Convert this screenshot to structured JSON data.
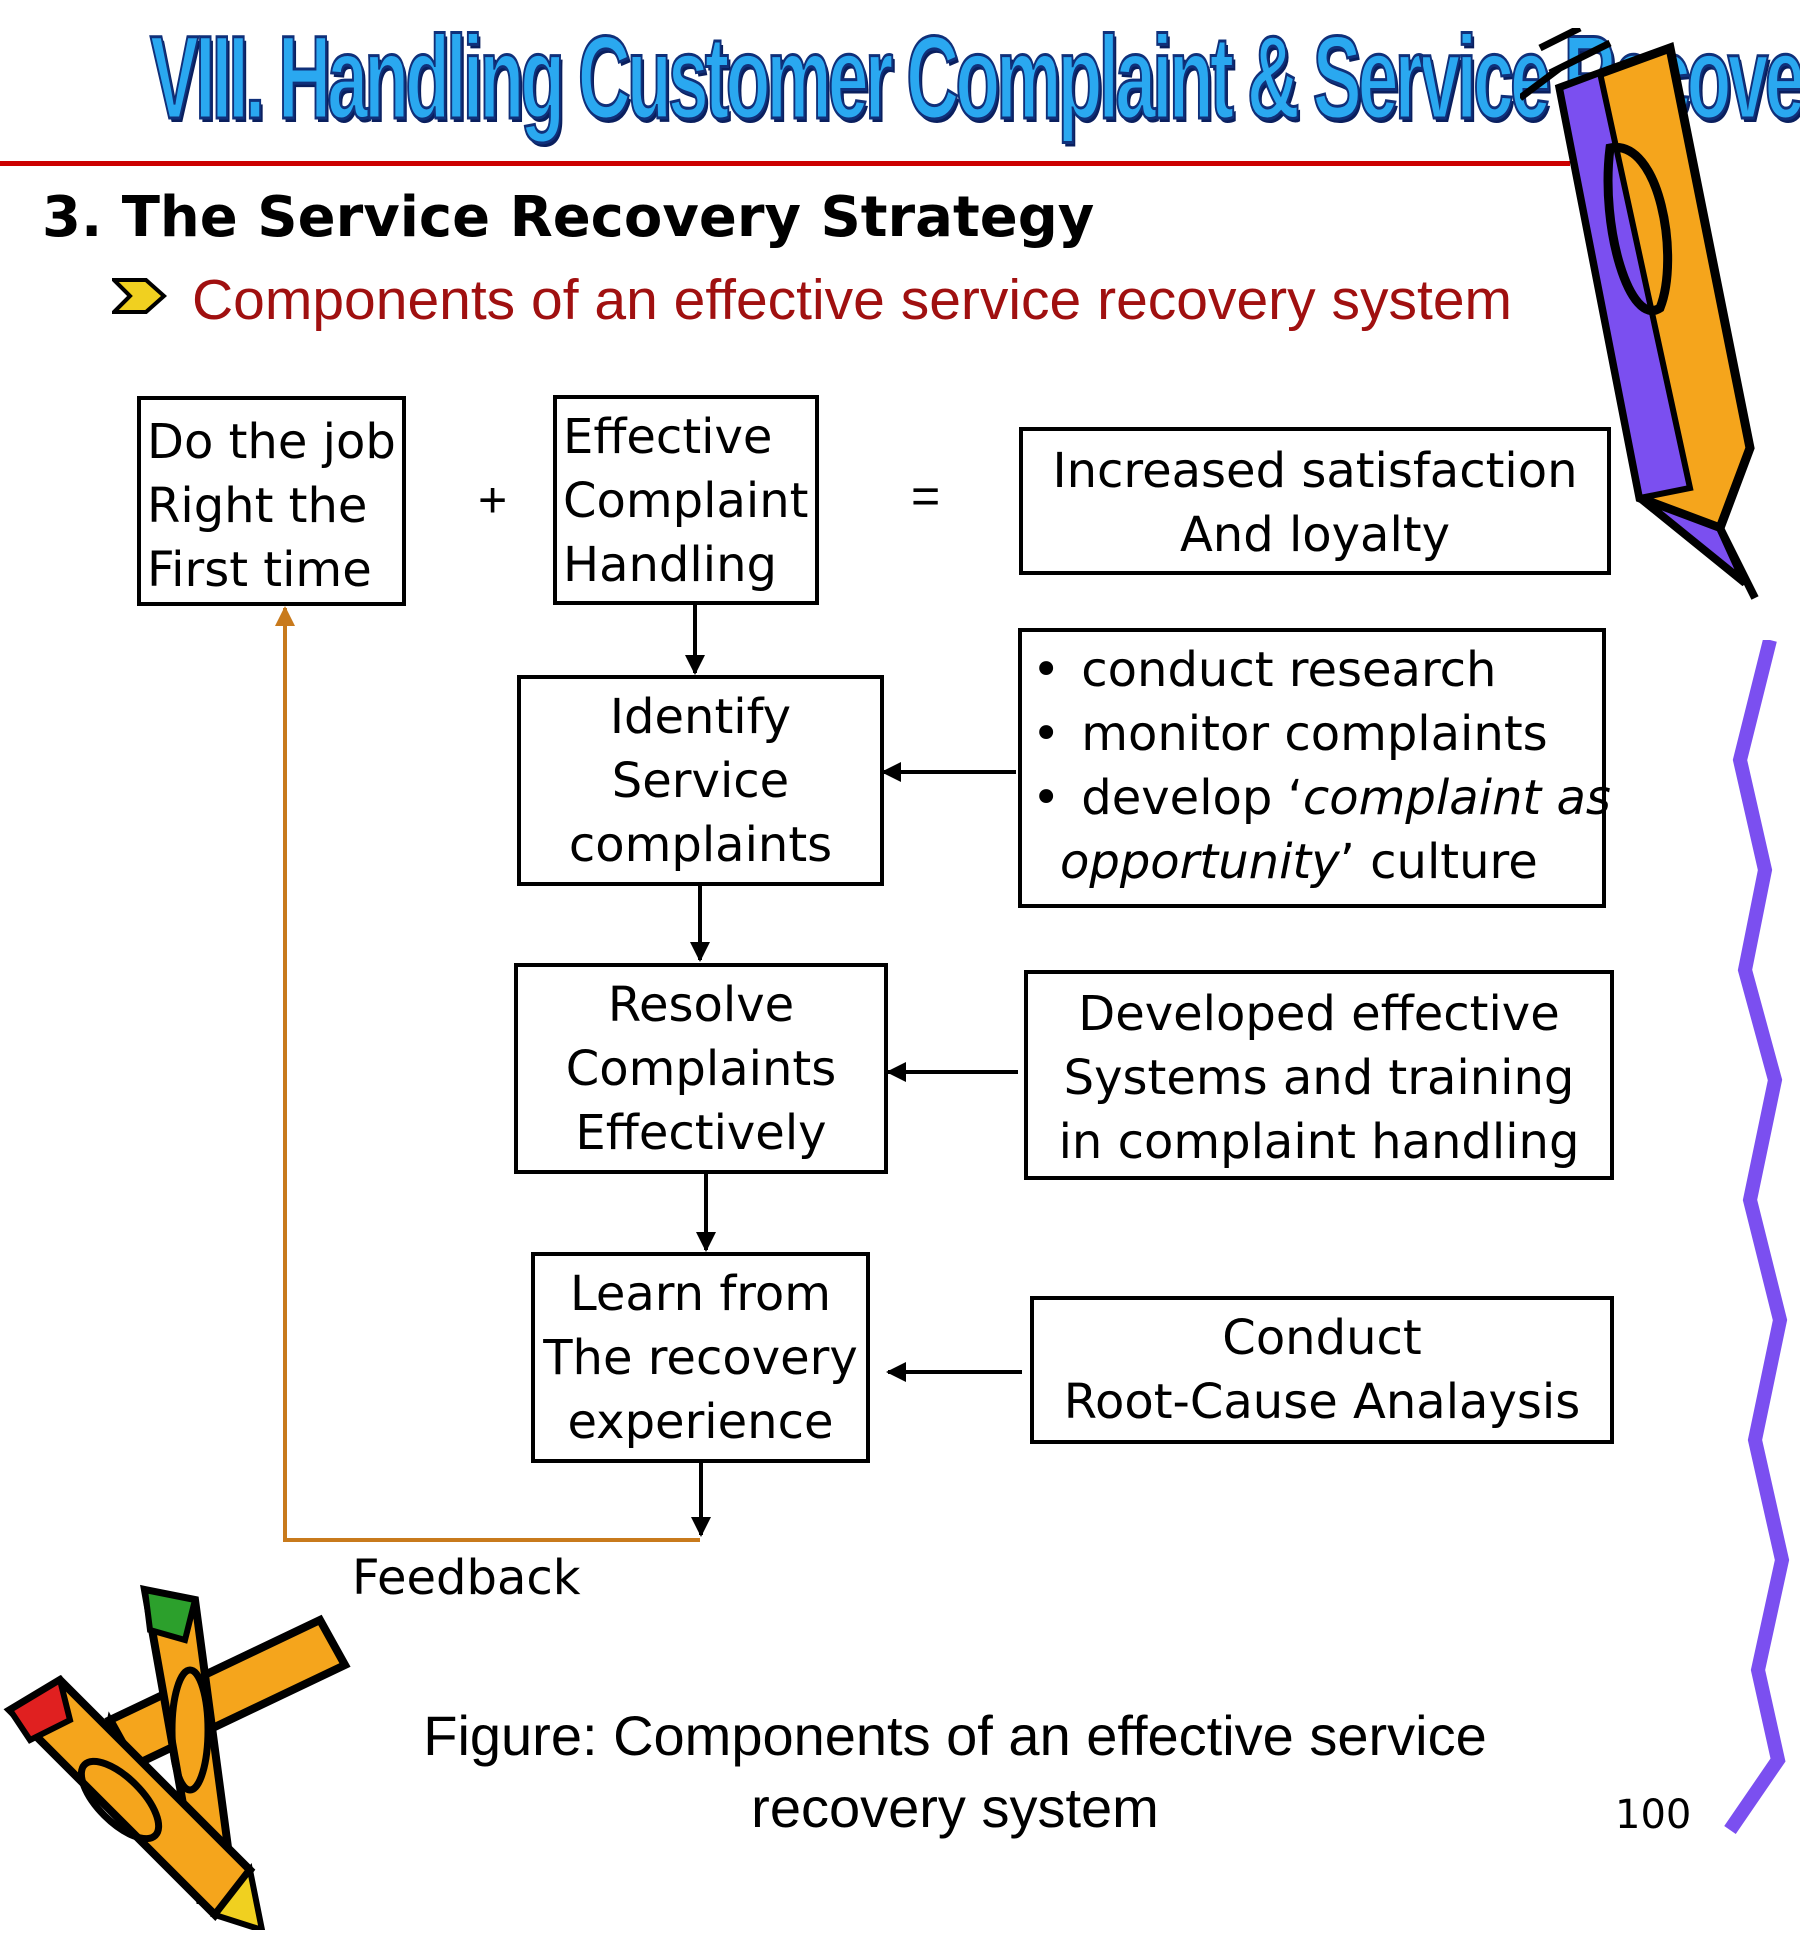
{
  "header": {
    "title": "VIII. Handling Customer Complaint & Service Recovery"
  },
  "section": {
    "heading": "3. The Service Recovery Strategy",
    "subheading": "Components of an effective service recovery system"
  },
  "diagram": {
    "box_do_job": [
      "Do the job",
      "Right the",
      "First time"
    ],
    "plus": "+",
    "box_effective_handling": [
      "Effective",
      "Complaint",
      "Handling"
    ],
    "equals": "=",
    "box_outcome": [
      "Increased satisfaction",
      "And loyalty"
    ],
    "box_identify": [
      "Identify",
      "Service",
      "complaints"
    ],
    "box_research": {
      "items": [
        {
          "bullet": "•",
          "text": " conduct research"
        },
        {
          "bullet": "•",
          "text": " monitor complaints"
        }
      ],
      "item3_prefix": " develop ‘",
      "item3_italic": "complaint as",
      "item3_cont_italic": "opportunity",
      "item3_suffix": "’ culture",
      "item3_bullet": "•"
    },
    "box_resolve": [
      "Resolve",
      "Complaints",
      "Effectively"
    ],
    "box_systems": [
      "Developed effective",
      "Systems and training",
      "in complaint handling"
    ],
    "box_learn": [
      "Learn from",
      "The recovery",
      "experience"
    ],
    "box_root_cause": [
      "Conduct",
      "Root-Cause Analaysis"
    ],
    "feedback_label": "Feedback",
    "feedback_color": "#c87a1c"
  },
  "caption": [
    "Figure: Components of an effective service",
    "recovery system"
  ],
  "page_number": "100",
  "decorations": {
    "bullet_icon": "chevron-arrow-icon",
    "right_pencil": "pencil-icon",
    "left_pencils": "crossed-pencils-icon",
    "squiggle": "squiggle-line-icon",
    "accent_purple": "#7b4ff0",
    "accent_orange": "#f5a51c"
  }
}
